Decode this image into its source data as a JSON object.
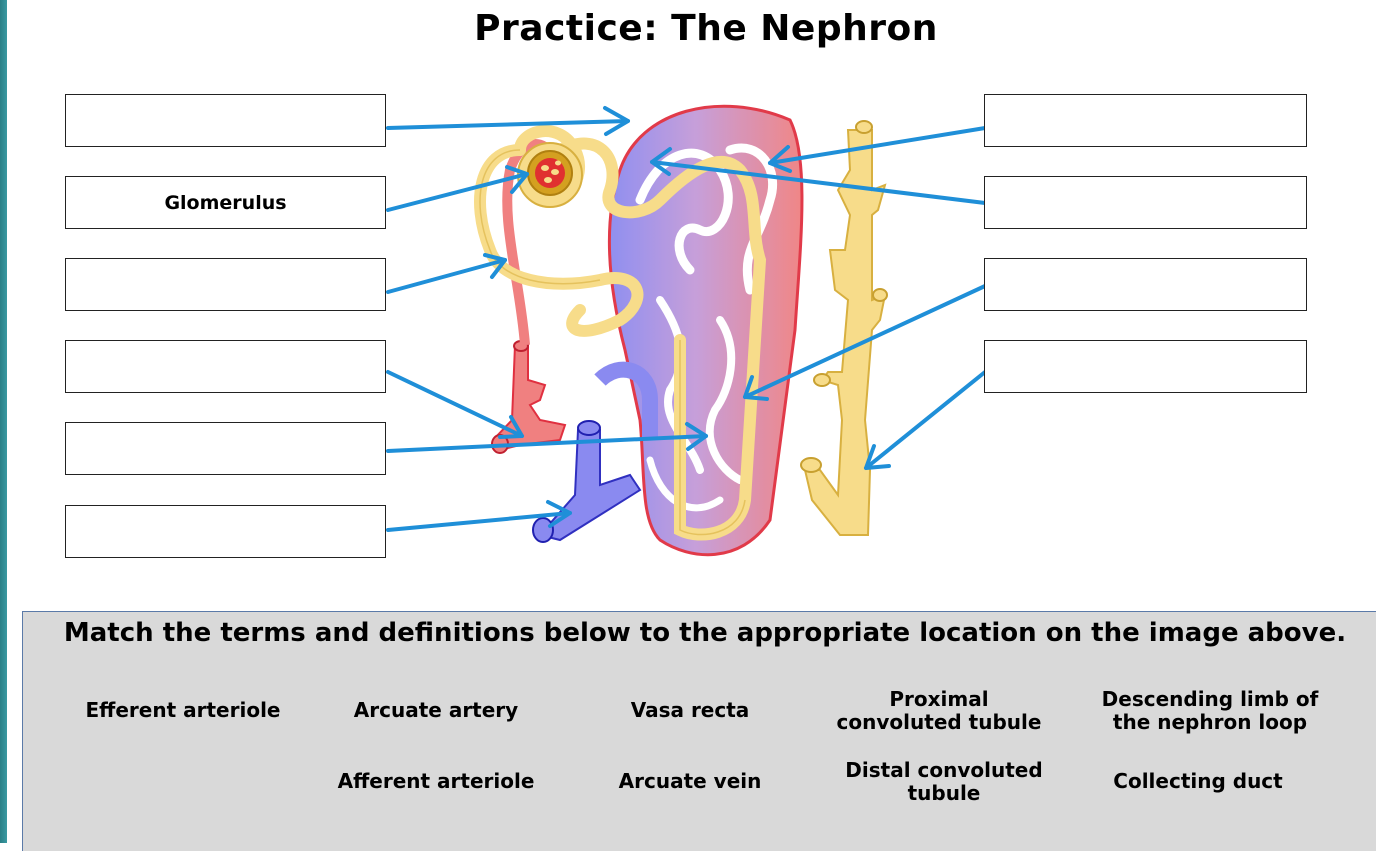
{
  "title": "Practice: The Nephron",
  "label_boxes": {
    "left": [
      "",
      "Glomerulus",
      "",
      "",
      "",
      ""
    ],
    "right": [
      "",
      "",
      "",
      ""
    ]
  },
  "instruction": "Match the terms and definitions below to the appropriate location on the image above.",
  "terms": {
    "efferent_arteriole": "Efferent arteriole",
    "arcuate_artery": "Arcuate artery",
    "vasa_recta": "Vasa recta",
    "proximal_line1": "Proximal",
    "proximal_line2": "convoluted tubule",
    "descending_line1": "Descending limb of",
    "descending_line2": "the nephron loop",
    "afferent_arteriole": "Afferent arteriole",
    "arcuate_vein": "Arcuate vein",
    "distal_line1": "Distal convoluted",
    "distal_line2": "tubule",
    "collecting_duct": "Collecting duct"
  },
  "colors": {
    "arrow": "#1f8fd8",
    "artery": "#f08080",
    "artery_outline": "#e03040",
    "vein": "#8a8af0",
    "vein_outline": "#3030c0",
    "tubule": "#f7dc8a",
    "tubule_outline": "#d8b040",
    "panel": "#d9d9d9"
  }
}
